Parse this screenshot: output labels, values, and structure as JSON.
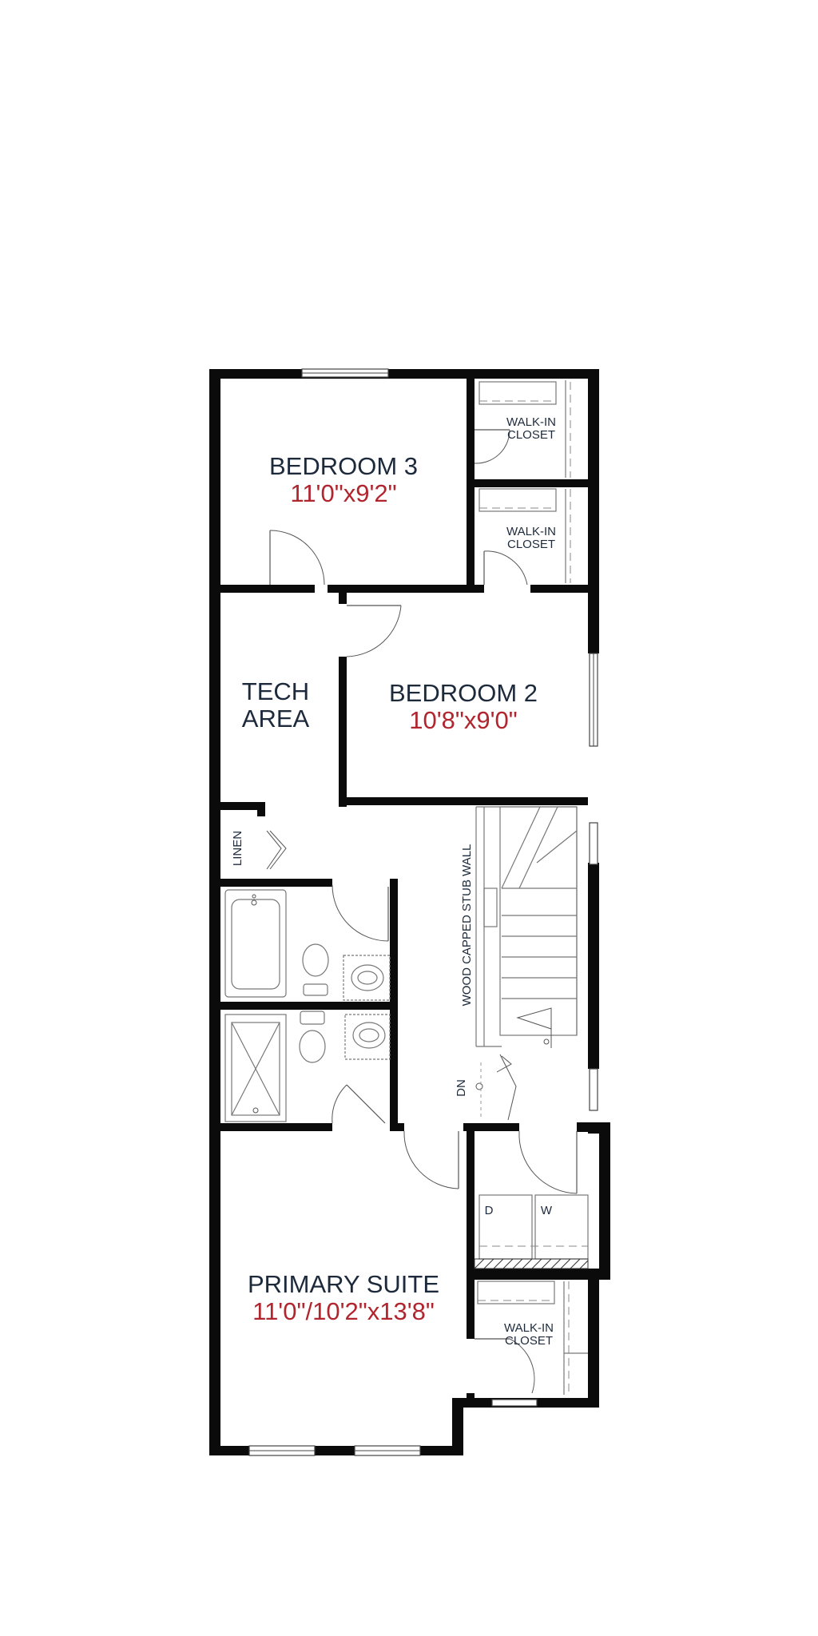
{
  "colors": {
    "wall": "#0b0b0b",
    "room_name": "#1d2a3c",
    "dimension": "#b1252f"
  },
  "rooms": {
    "bedroom3": {
      "name": "BEDROOM 3",
      "dim": "11'0\"x9'2\""
    },
    "bedroom2": {
      "name": "BEDROOM 2",
      "dim": "10'8\"x9'0\""
    },
    "tech": {
      "line1": "TECH",
      "line2": "AREA"
    },
    "primary": {
      "name": "PRIMARY SUITE",
      "dim": "11'0\"/10'2\"x13'8\""
    }
  },
  "closets": {
    "walkin_label_line1": "WALK-IN",
    "walkin_label_line2": "CLOSET"
  },
  "labels": {
    "linen": "LINEN",
    "stub_wall": "WOOD CAPPED STUB WALL",
    "down": "DN",
    "dryer": "D",
    "washer": "W"
  }
}
